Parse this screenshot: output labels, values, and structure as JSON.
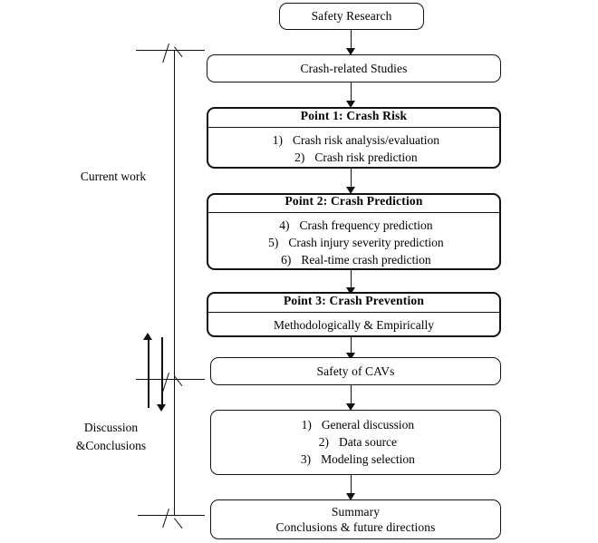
{
  "diagram": {
    "title": "Safety Research framework flowchart",
    "accent_color": "#111111",
    "background_color": "#ffffff",
    "nodes": {
      "safety_research": {
        "label": "Safety Research"
      },
      "crash_related_studies": {
        "label": "Crash-related Studies"
      },
      "point1": {
        "header": "Point 1:  Crash Risk",
        "items": [
          {
            "num": "1)",
            "text": "Crash risk analysis/evaluation"
          },
          {
            "num": "2)",
            "text": "Crash risk prediction"
          }
        ]
      },
      "point2": {
        "header": "Point 2:  Crash Prediction",
        "items": [
          {
            "num": "4)",
            "text": "Crash frequency prediction"
          },
          {
            "num": "5)",
            "text": "Crash injury severity prediction"
          },
          {
            "num": "6)",
            "text": "Real-time crash prediction"
          }
        ]
      },
      "point3": {
        "header": "Point 3: Crash Prevention",
        "subtitle": "Methodologically & Empirically"
      },
      "safety_of_cavs": {
        "label": "Safety of CAVs"
      },
      "discussion": {
        "items": [
          {
            "num": "1)",
            "text": "General discussion"
          },
          {
            "num": "2)",
            "text": "Data source"
          },
          {
            "num": "3)",
            "text": "Modeling selection"
          }
        ]
      },
      "summary": {
        "line1": "Summary",
        "line2": "Conclusions & future directions"
      }
    },
    "side_labels": {
      "current_work": "Current work",
      "discussion_conclusions_line1": "Discussion",
      "discussion_conclusions_line2": "&Conclusions"
    }
  }
}
